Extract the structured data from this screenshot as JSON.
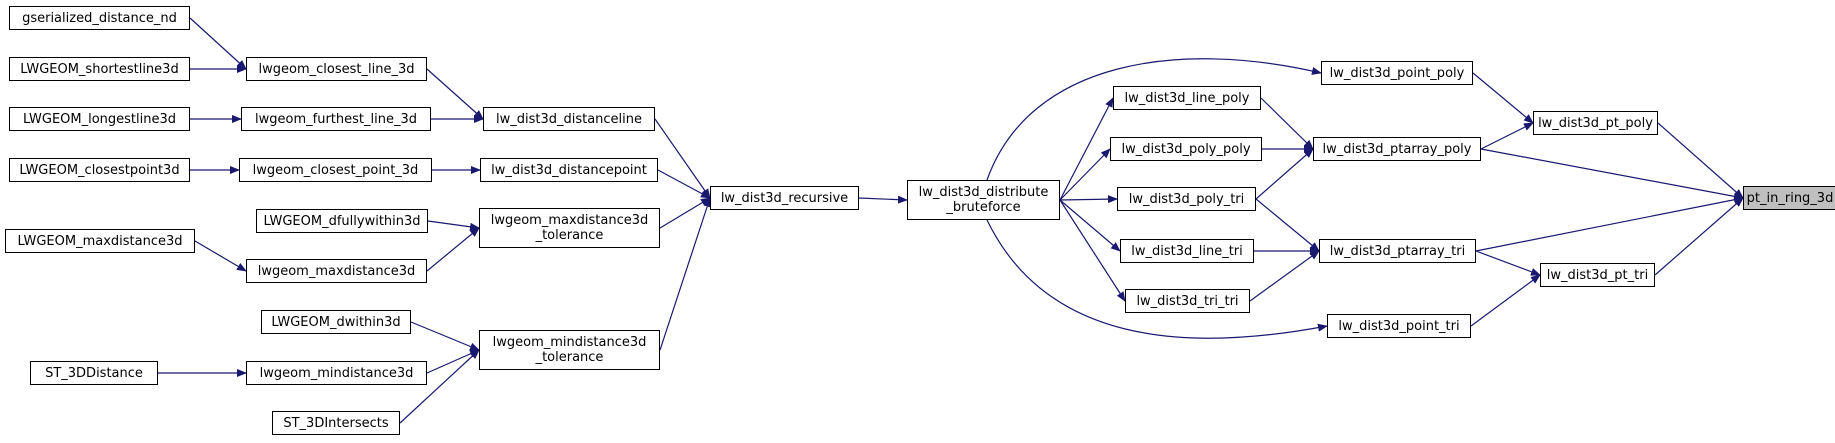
{
  "diagram": {
    "type": "caller-graph",
    "colors": {
      "edge": "#191970",
      "node_border": "#000000",
      "node_fill": "#ffffff",
      "root_fill": "#bfbfbf"
    },
    "nodes": [
      {
        "id": "pt_in_ring_3d",
        "label": "pt_in_ring_3d",
        "root": true
      },
      {
        "id": "lw_dist3d_point_poly",
        "label": "lw_dist3d_point_poly"
      },
      {
        "id": "lw_dist3d_pt_poly",
        "label": "lw_dist3d_pt_poly"
      },
      {
        "id": "lw_dist3d_ptarray_poly",
        "label": "lw_dist3d_ptarray_poly"
      },
      {
        "id": "lw_dist3d_ptarray_tri",
        "label": "lw_dist3d_ptarray_tri"
      },
      {
        "id": "lw_dist3d_pt_tri",
        "label": "lw_dist3d_pt_tri"
      },
      {
        "id": "lw_dist3d_point_tri",
        "label": "lw_dist3d_point_tri"
      },
      {
        "id": "lw_dist3d_line_poly",
        "label": "lw_dist3d_line_poly"
      },
      {
        "id": "lw_dist3d_poly_poly",
        "label": "lw_dist3d_poly_poly"
      },
      {
        "id": "lw_dist3d_poly_tri",
        "label": "lw_dist3d_poly_tri"
      },
      {
        "id": "lw_dist3d_line_tri",
        "label": "lw_dist3d_line_tri"
      },
      {
        "id": "lw_dist3d_tri_tri",
        "label": "lw_dist3d_tri_tri"
      },
      {
        "id": "lw_dist3d_distribute_bruteforce",
        "label": "lw_dist3d_distribute\n_bruteforce"
      },
      {
        "id": "lw_dist3d_recursive",
        "label": "lw_dist3d_recursive"
      },
      {
        "id": "lw_dist3d_distanceline",
        "label": "lw_dist3d_distanceline"
      },
      {
        "id": "lw_dist3d_distancepoint",
        "label": "lw_dist3d_distancepoint"
      },
      {
        "id": "lwgeom_maxdistance3d_tolerance",
        "label": "lwgeom_maxdistance3d\n_tolerance"
      },
      {
        "id": "lwgeom_mindistance3d_tolerance",
        "label": "lwgeom_mindistance3d\n_tolerance"
      },
      {
        "id": "lwgeom_closest_line_3d",
        "label": "lwgeom_closest_line_3d"
      },
      {
        "id": "lwgeom_furthest_line_3d",
        "label": "lwgeom_furthest_line_3d"
      },
      {
        "id": "lwgeom_closest_point_3d",
        "label": "lwgeom_closest_point_3d"
      },
      {
        "id": "LWGEOM_dfullywithin3d",
        "label": "LWGEOM_dfullywithin3d"
      },
      {
        "id": "lwgeom_maxdistance3d",
        "label": "lwgeom_maxdistance3d"
      },
      {
        "id": "LWGEOM_dwithin3d",
        "label": "LWGEOM_dwithin3d"
      },
      {
        "id": "lwgeom_mindistance3d",
        "label": "lwgeom_mindistance3d"
      },
      {
        "id": "ST_3DIntersects",
        "label": "ST_3DIntersects"
      },
      {
        "id": "gserialized_distance_nd",
        "label": "gserialized_distance_nd"
      },
      {
        "id": "LWGEOM_shortestline3d",
        "label": "LWGEOM_shortestline3d"
      },
      {
        "id": "LWGEOM_longestline3d",
        "label": "LWGEOM_longestline3d"
      },
      {
        "id": "LWGEOM_closestpoint3d",
        "label": "LWGEOM_closestpoint3d"
      },
      {
        "id": "LWGEOM_maxdistance3d",
        "label": "LWGEOM_maxdistance3d"
      },
      {
        "id": "ST_3DDistance",
        "label": "ST_3DDistance"
      }
    ],
    "edges": [
      {
        "from": "lw_dist3d_point_poly",
        "to": "lw_dist3d_pt_poly"
      },
      {
        "from": "lw_dist3d_pt_poly",
        "to": "pt_in_ring_3d"
      },
      {
        "from": "lw_dist3d_ptarray_poly",
        "to": "lw_dist3d_pt_poly"
      },
      {
        "from": "lw_dist3d_ptarray_poly",
        "to": "pt_in_ring_3d"
      },
      {
        "from": "lw_dist3d_ptarray_tri",
        "to": "pt_in_ring_3d"
      },
      {
        "from": "lw_dist3d_ptarray_tri",
        "to": "lw_dist3d_pt_tri"
      },
      {
        "from": "lw_dist3d_pt_tri",
        "to": "pt_in_ring_3d"
      },
      {
        "from": "lw_dist3d_point_tri",
        "to": "lw_dist3d_pt_tri"
      },
      {
        "from": "lw_dist3d_line_poly",
        "to": "lw_dist3d_ptarray_poly"
      },
      {
        "from": "lw_dist3d_poly_poly",
        "to": "lw_dist3d_ptarray_poly"
      },
      {
        "from": "lw_dist3d_poly_tri",
        "to": "lw_dist3d_ptarray_poly"
      },
      {
        "from": "lw_dist3d_poly_tri",
        "to": "lw_dist3d_ptarray_tri"
      },
      {
        "from": "lw_dist3d_line_tri",
        "to": "lw_dist3d_ptarray_tri"
      },
      {
        "from": "lw_dist3d_tri_tri",
        "to": "lw_dist3d_ptarray_tri"
      },
      {
        "from": "lw_dist3d_distribute_bruteforce",
        "to": "lw_dist3d_point_poly"
      },
      {
        "from": "lw_dist3d_distribute_bruteforce",
        "to": "lw_dist3d_line_poly"
      },
      {
        "from": "lw_dist3d_distribute_bruteforce",
        "to": "lw_dist3d_poly_poly"
      },
      {
        "from": "lw_dist3d_distribute_bruteforce",
        "to": "lw_dist3d_poly_tri"
      },
      {
        "from": "lw_dist3d_distribute_bruteforce",
        "to": "lw_dist3d_line_tri"
      },
      {
        "from": "lw_dist3d_distribute_bruteforce",
        "to": "lw_dist3d_tri_tri"
      },
      {
        "from": "lw_dist3d_distribute_bruteforce",
        "to": "lw_dist3d_point_tri"
      },
      {
        "from": "lw_dist3d_recursive",
        "to": "lw_dist3d_distribute_bruteforce"
      },
      {
        "from": "lw_dist3d_distanceline",
        "to": "lw_dist3d_recursive"
      },
      {
        "from": "lw_dist3d_distancepoint",
        "to": "lw_dist3d_recursive"
      },
      {
        "from": "lwgeom_maxdistance3d_tolerance",
        "to": "lw_dist3d_recursive"
      },
      {
        "from": "lwgeom_mindistance3d_tolerance",
        "to": "lw_dist3d_recursive"
      },
      {
        "from": "lwgeom_closest_line_3d",
        "to": "lw_dist3d_distanceline"
      },
      {
        "from": "lwgeom_furthest_line_3d",
        "to": "lw_dist3d_distanceline"
      },
      {
        "from": "lwgeom_closest_point_3d",
        "to": "lw_dist3d_distancepoint"
      },
      {
        "from": "LWGEOM_dfullywithin3d",
        "to": "lwgeom_maxdistance3d_tolerance"
      },
      {
        "from": "lwgeom_maxdistance3d",
        "to": "lwgeom_maxdistance3d_tolerance"
      },
      {
        "from": "LWGEOM_dwithin3d",
        "to": "lwgeom_mindistance3d_tolerance"
      },
      {
        "from": "lwgeom_mindistance3d",
        "to": "lwgeom_mindistance3d_tolerance"
      },
      {
        "from": "ST_3DIntersects",
        "to": "lwgeom_mindistance3d_tolerance"
      },
      {
        "from": "gserialized_distance_nd",
        "to": "lwgeom_closest_line_3d"
      },
      {
        "from": "LWGEOM_shortestline3d",
        "to": "lwgeom_closest_line_3d"
      },
      {
        "from": "LWGEOM_longestline3d",
        "to": "lwgeom_furthest_line_3d"
      },
      {
        "from": "LWGEOM_closestpoint3d",
        "to": "lwgeom_closest_point_3d"
      },
      {
        "from": "LWGEOM_maxdistance3d",
        "to": "lwgeom_maxdistance3d"
      },
      {
        "from": "ST_3DDistance",
        "to": "lwgeom_mindistance3d"
      }
    ]
  }
}
